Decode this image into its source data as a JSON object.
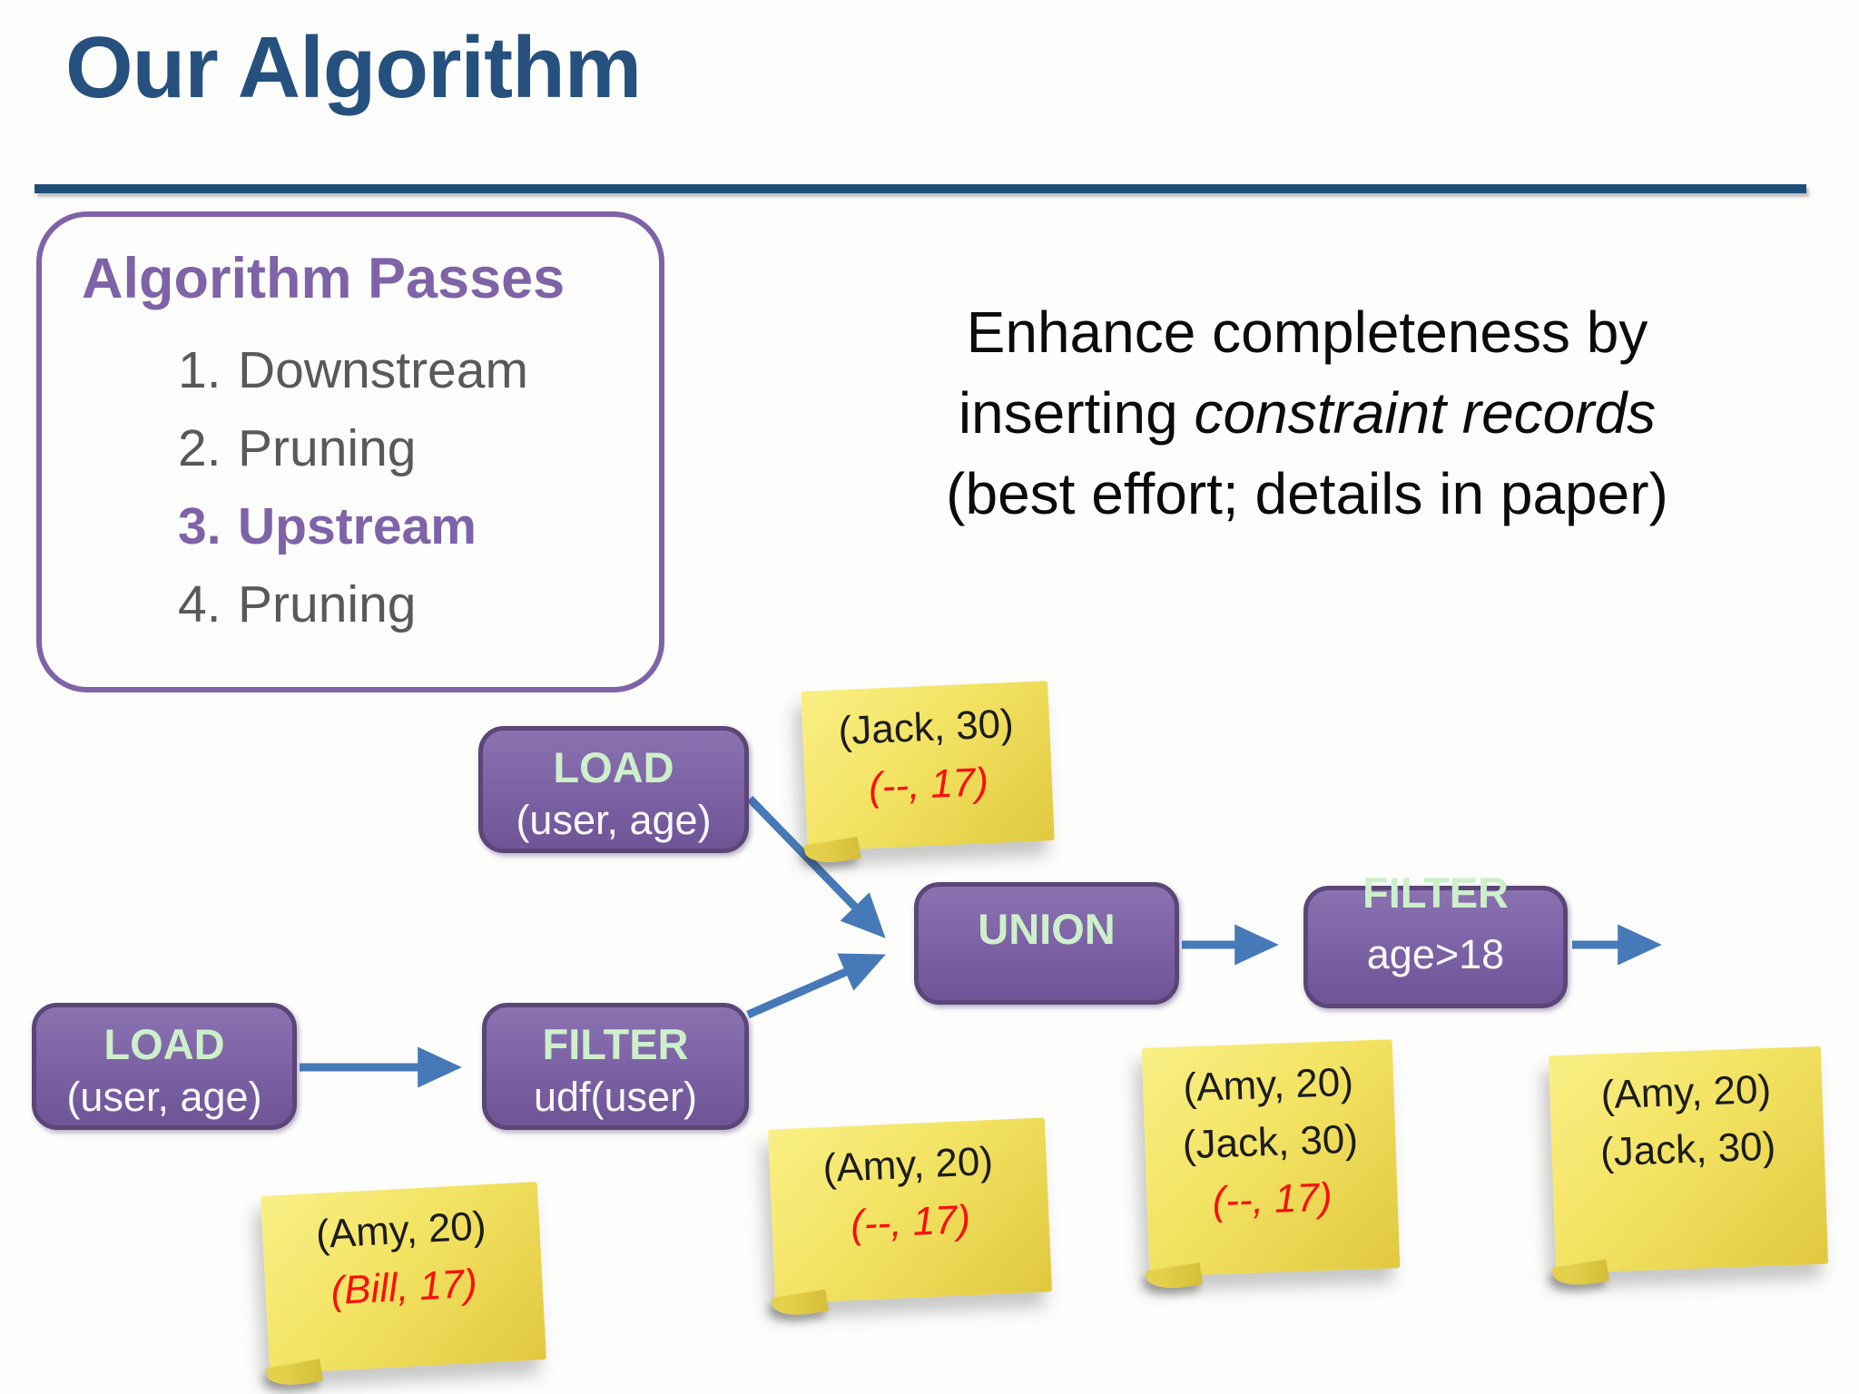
{
  "slide": {
    "title": "Our Algorithm",
    "panel": {
      "heading": "Algorithm Passes",
      "items": [
        {
          "number": "1.",
          "label": "Downstream"
        },
        {
          "number": "2.",
          "label": "Pruning"
        },
        {
          "number": "3.",
          "label": "Upstream"
        },
        {
          "number": "4.",
          "label": "Pruning"
        }
      ],
      "active_item_index": 2
    },
    "callout": {
      "line1": "Enhance completeness by",
      "line2_prefix": "inserting ",
      "line2_italic": "constraint records",
      "line3": "(best effort; details in paper)"
    },
    "diagram": {
      "nodes": {
        "load_top": {
          "op": "LOAD",
          "arg": "(user, age)"
        },
        "load_bottom": {
          "op": "LOAD",
          "arg": "(user, age)"
        },
        "filter_udf": {
          "op": "FILTER",
          "arg": "udf(user)"
        },
        "union": {
          "op": "UNION"
        },
        "filter_age": {
          "op": "FILTER",
          "arg": "age>18"
        }
      },
      "notes": {
        "jack": {
          "line1": "(Jack, 30)",
          "line2": "(--, 17)"
        },
        "bill": {
          "line1": "(Amy, 20)",
          "line2": "(Bill, 17)"
        },
        "amy17": {
          "line1": "(Amy, 20)",
          "line2": "(--, 17)"
        },
        "union_out": {
          "line1": "(Amy, 20)",
          "line2": "(Jack, 30)",
          "line3": "(--, 17)"
        },
        "final": {
          "line1": "(Amy, 20)",
          "line2": "(Jack, 30)"
        }
      }
    },
    "colors": {
      "title_blue": "#26517E",
      "rule_blue": "#1F4E79",
      "panel_purple": "#7E63A8",
      "list_gray": "#58595B",
      "node_fill": "#7E64A6",
      "node_border": "#5A4677",
      "node_label_green": "#CDF0CB",
      "node_text_white": "#FAF8FD",
      "arrow_blue": "#4679B8",
      "note_yellow": "#F0E15F",
      "note_red": "#FA100C",
      "note_black": "#1C1C1C"
    }
  }
}
